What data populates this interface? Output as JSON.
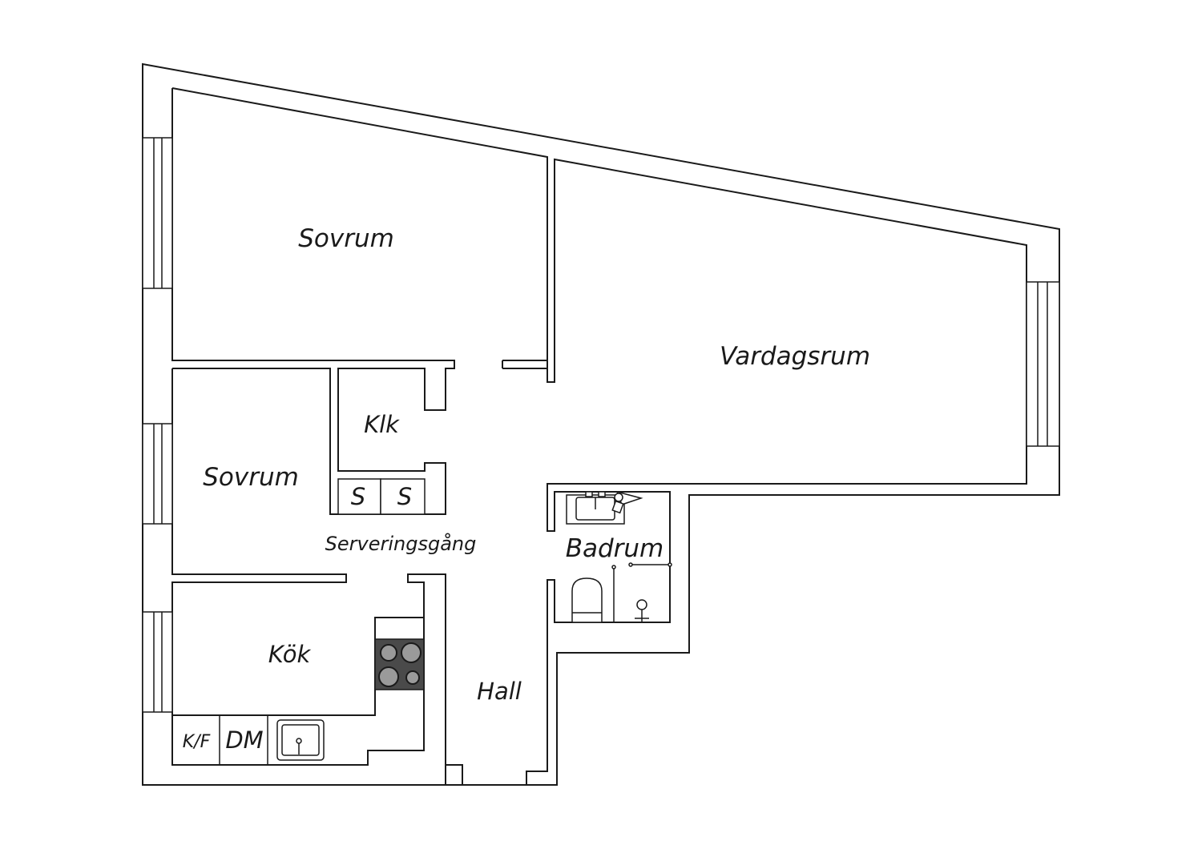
{
  "plan": {
    "rooms": {
      "sovrum_1": "Sovrum",
      "sovrum_2": "Sovrum",
      "vardagsrum": "Vardagsrum",
      "klk": "Klk",
      "serveringsgang": "Serveringsgång",
      "badrum": "Badrum",
      "kok": "Kök",
      "hall": "Hall"
    },
    "fixtures": {
      "wardrobe_1": "S",
      "wardrobe_2": "S",
      "fridge_freezer": "K/F",
      "dishwasher": "DM"
    },
    "colors": {
      "line": "#1a1a1a",
      "background": "#ffffff",
      "stove": "#4a4a4a"
    }
  }
}
